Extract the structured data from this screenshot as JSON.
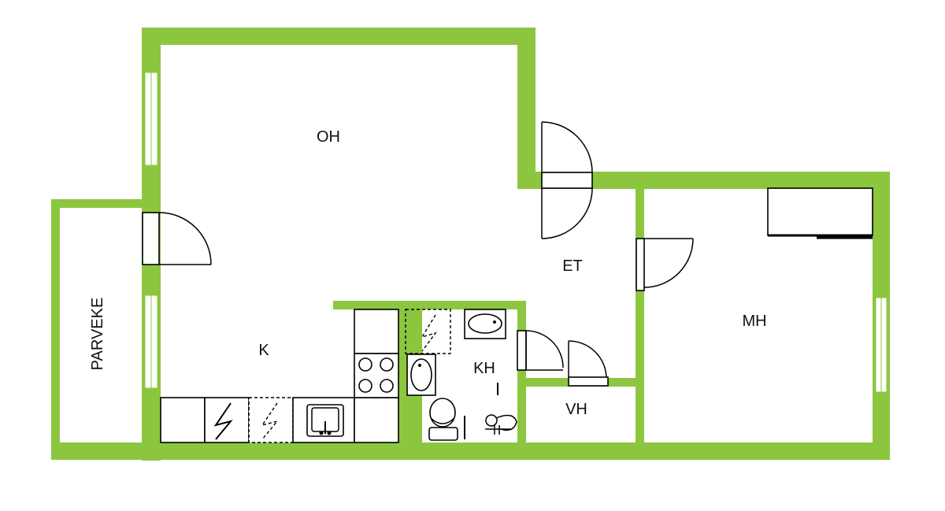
{
  "rooms": {
    "oh": "OH",
    "k": "K",
    "et": "ET",
    "kh": "KH",
    "vh": "VH",
    "mh": "MH",
    "parveke": "PARVEKE"
  },
  "colors": {
    "wall": "#8cc63f",
    "line": "#000000",
    "background": "#ffffff"
  }
}
